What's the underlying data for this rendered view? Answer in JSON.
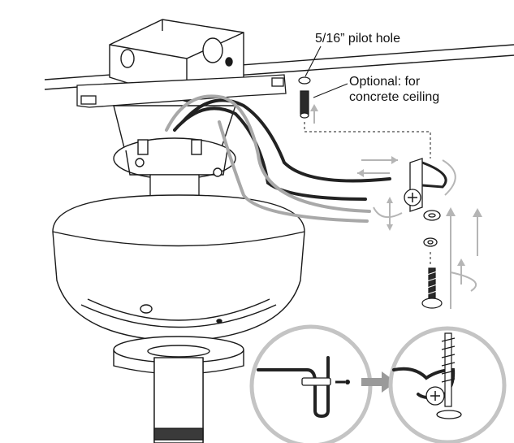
{
  "labels": {
    "pilot_hole": "5/16” pilot hole",
    "optional_line1": "Optional: for",
    "optional_line2": "concrete ceiling"
  },
  "colors": {
    "line": "#1a1a1a",
    "wire_black": "#222222",
    "wire_gray": "#a8a8a8",
    "arrow_gray": "#b5b5b5",
    "circle_gray": "#c4c4c4",
    "downrod": "#3a3a3a"
  }
}
